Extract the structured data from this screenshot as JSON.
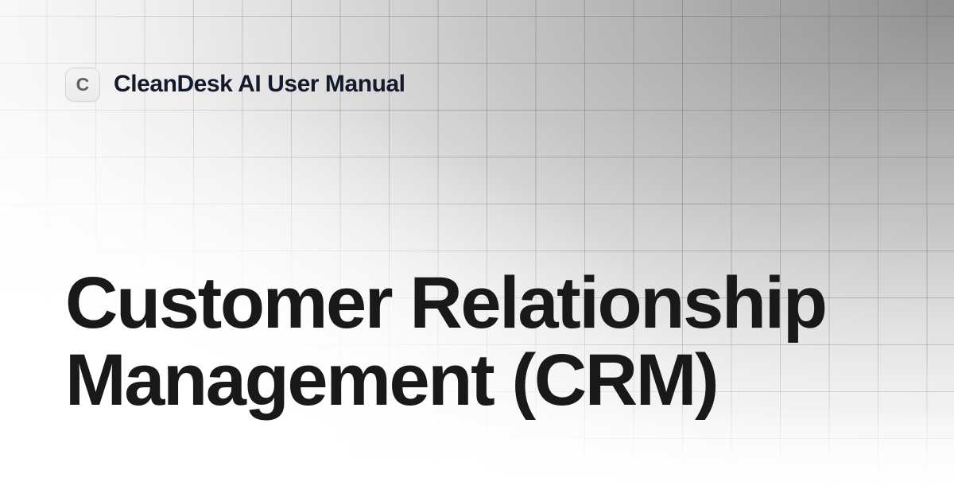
{
  "card": {
    "background": {
      "style": "grid-with-radial-gradient",
      "base_color_dark": "#8f8f8f",
      "base_color_light": "#ffffff",
      "grid_line_color": "#606060",
      "grid_cell_width": 61.5,
      "grid_cell_height": 59
    }
  },
  "brand": {
    "badge_letter": "C",
    "badge_icon": "letter-c-logo-icon",
    "badge_bg_color": "#eeeeee",
    "badge_text_color": "#5f5f5f",
    "name": "CleanDesk AI User Manual",
    "name_color": "#131a2c"
  },
  "headline": {
    "text": "Customer Relationship Management (CRM)",
    "color": "#191919"
  }
}
